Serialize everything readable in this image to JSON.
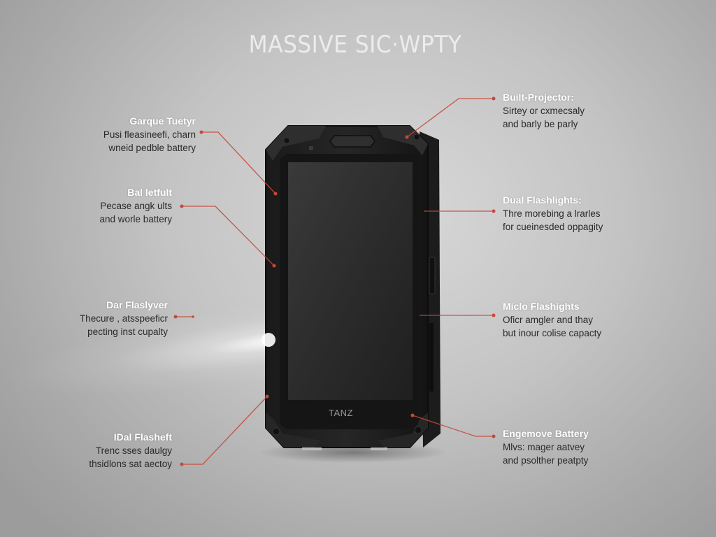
{
  "title": "MASSIVE SIC·WPTY",
  "device": {
    "brand_label": "TANZ"
  },
  "accent_color": "#c8473a",
  "callouts": {
    "left": [
      {
        "heading": "Garque Tuetyr",
        "line1": "Pusi fleasineefi, charn",
        "line2": "wneid pedble battery"
      },
      {
        "heading": "Bal letfult",
        "line1": "Pecase angk ults",
        "line2": "and worle battery"
      },
      {
        "heading": "Dar Flaslyver",
        "line1": "Thecure , atsspeeficr",
        "line2": "pecting inst cupalty"
      },
      {
        "heading": "IDal Flasheft",
        "line1": "Trenc sses daulgy",
        "line2": "thsidlons sat aectoy"
      }
    ],
    "right": [
      {
        "heading": "Built-Projector:",
        "line1": "Sirtey or cxmecsaly",
        "line2": "and barly be parly"
      },
      {
        "heading": "Dual Flashlights:",
        "line1": "Thre morebing a lrarles",
        "line2": "for cueinesded oppagity"
      },
      {
        "heading": "Miclo Flashights",
        "line1": "Oficr amgler and thay",
        "line2": "but inour colise capacty"
      },
      {
        "heading": "Engemove Battery",
        "line1": "Mlvs: mager aatvey",
        "line2": "and psolther peatpty"
      }
    ]
  }
}
